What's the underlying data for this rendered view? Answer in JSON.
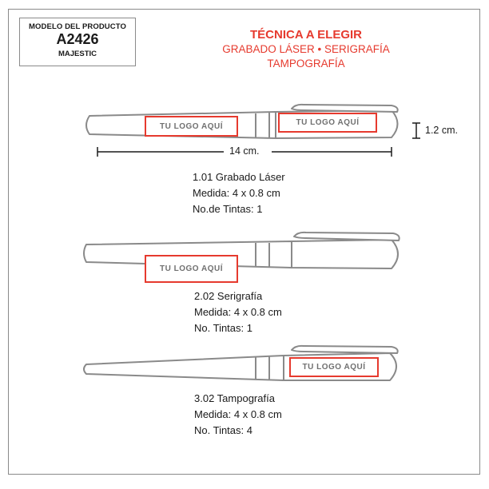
{
  "header": {
    "model_label": "MODELO DEL PRODUCTO",
    "model_code": "A2426",
    "model_name": "MAJESTIC"
  },
  "technique": {
    "title": "TÉCNICA A ELEGIR",
    "line1": "GRABADO LÁSER • SERIGRAFÍA",
    "line2": "TAMPOGRAFÍA",
    "accent_color": "#e63a2e"
  },
  "dimensions": {
    "height": "1.2 cm.",
    "length": "14 cm."
  },
  "pens": [
    {
      "logos": [
        "TU LOGO AQUÍ",
        "TU LOGO AQUÍ"
      ],
      "spec_title": "1.01 Grabado Láser",
      "spec_size": "Medida: 4 x 0.8 cm",
      "spec_inks": "No.de Tintas: 1"
    },
    {
      "logos": [
        "TU LOGO AQUÍ"
      ],
      "spec_title": "2.02 Serigrafía",
      "spec_size": "Medida: 4 x 0.8 cm",
      "spec_inks": "No. Tintas: 1"
    },
    {
      "logos": [
        "TU LOGO AQUÍ"
      ],
      "spec_title": "3.02 Tampografía",
      "spec_size": "Medida: 4 x 0.8 cm",
      "spec_inks": "No. Tintas: 4"
    }
  ]
}
